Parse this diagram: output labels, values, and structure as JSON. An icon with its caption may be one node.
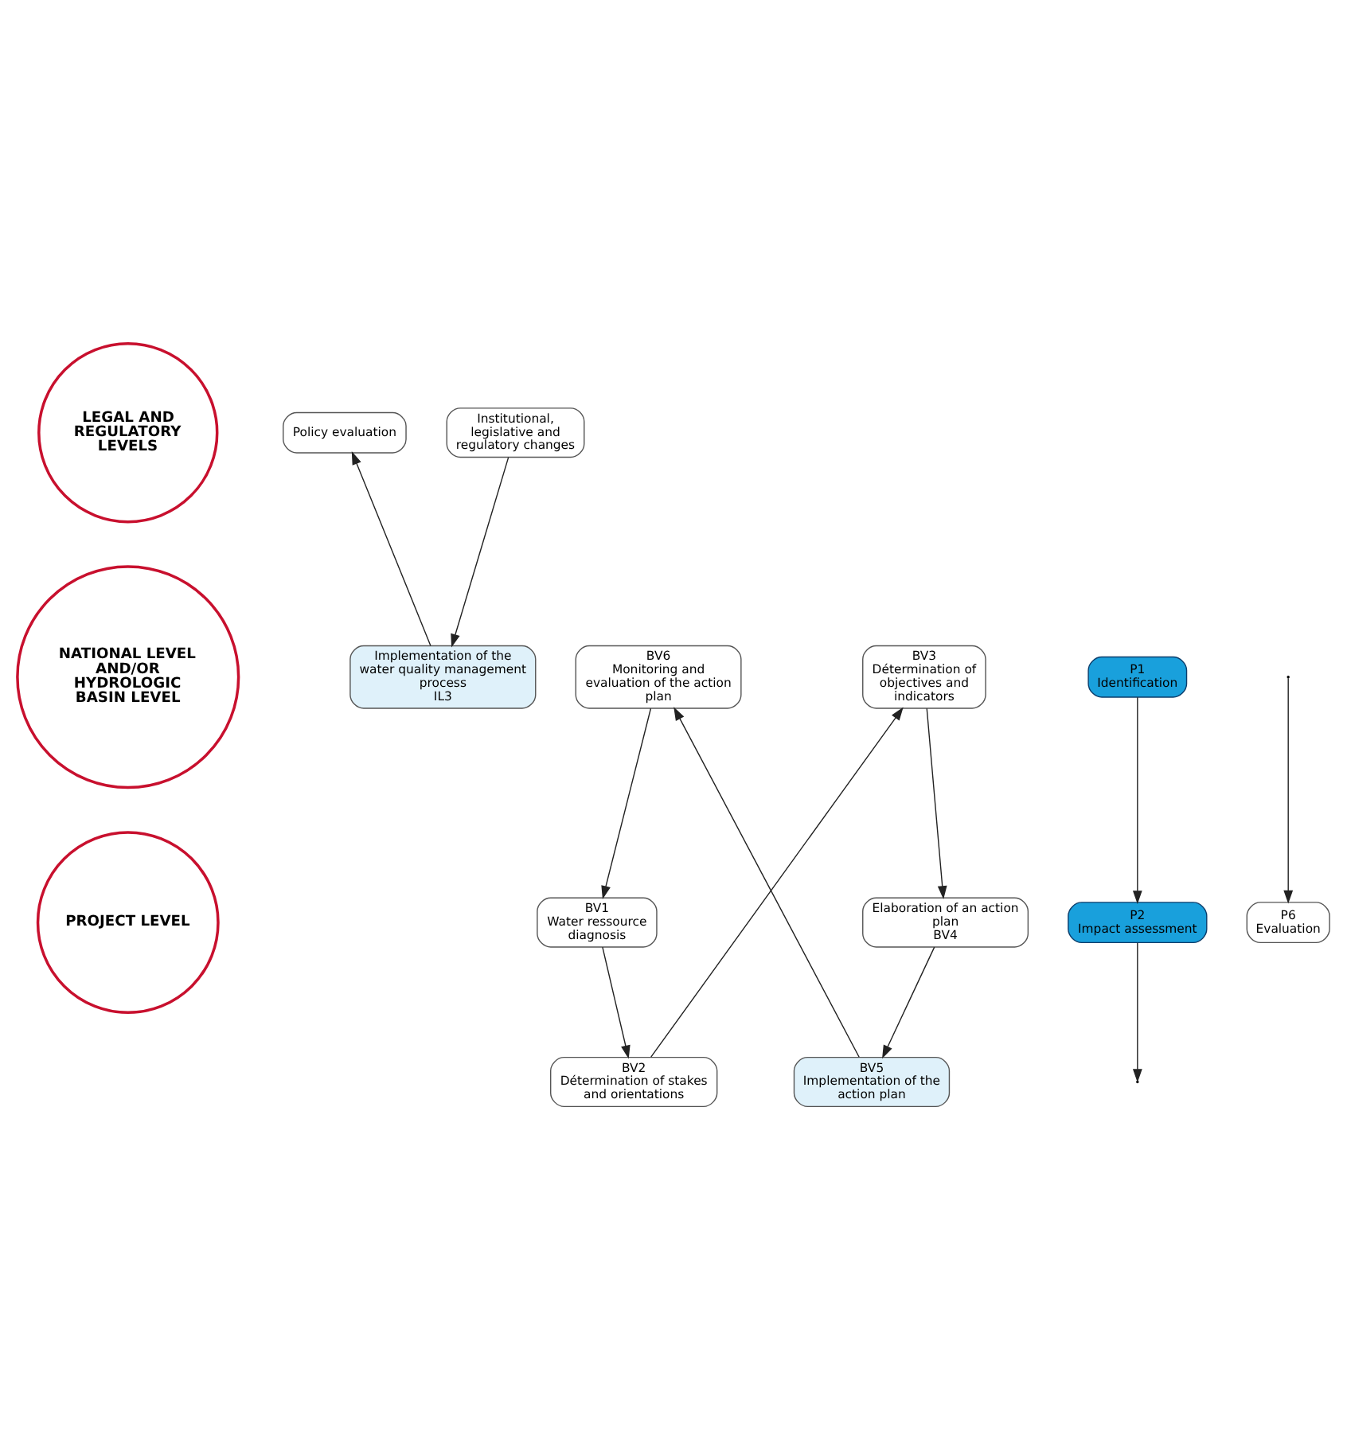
{
  "diagram": {
    "nodes": [
      {
        "text": [
          "LEGAL AND REGULATORY LEVELS"
        ]
      },
      {
        "text": [
          "Policy evaluation"
        ]
      },
      {
        "text": [
          "Institutional, legislative and regulatory changes"
        ]
      },
      {
        "text": [
          "Implementation of the water quality management process",
          "IL3"
        ]
      },
      {
        "text": [
          "NATIONAL LEVEL AND/OR HYDROLOGIC BASIN LEVEL"
        ]
      },
      {
        "text": [
          "BV1",
          "Water ressource diagnosis"
        ]
      },
      {
        "text": [
          "BV2",
          "Détermination of stakes and orientations"
        ]
      },
      {
        "text": [
          "BV3",
          "Détermination of objectives and indicators"
        ]
      },
      {
        "text": [
          "Elaboration of an action plan",
          "BV4"
        ]
      },
      {
        "text": [
          "BV5",
          "Implementation of the action plan"
        ]
      },
      {
        "text": [
          "BV6",
          "Monitoring and evaluation of the action plan"
        ]
      },
      {
        "text": [
          "PROJECT LEVEL"
        ]
      },
      {
        "text": [
          "P1",
          "Identification"
        ]
      },
      {
        "text": [
          "P2",
          "Impact assessment"
        ]
      },
      {
        "text": [
          "P6",
          "Evaluation"
        ]
      }
    ],
    "edges": [
      {
        "from": 2,
        "to": 3,
        "arrow": "to"
      },
      {
        "from": 3,
        "to": 1,
        "arrow": "to"
      },
      {
        "from": 5,
        "to": 6,
        "arrow": "to"
      },
      {
        "from": 6,
        "to": 7,
        "arrow": "to"
      },
      {
        "from": 7,
        "to": 8,
        "arrow": "to"
      },
      {
        "from": 8,
        "to": 9,
        "arrow": "to"
      },
      {
        "from": 9,
        "to": 10,
        "arrow": "to"
      },
      {
        "from": 10,
        "to": 5,
        "arrow": "to"
      },
      {
        "from": 12,
        "to": 13,
        "arrow": "to"
      },
      {
        "from": 13,
        "to": null,
        "arrow": "to"
      },
      {
        "from": null,
        "to": 14,
        "arrow": "to"
      }
    ]
  }
}
